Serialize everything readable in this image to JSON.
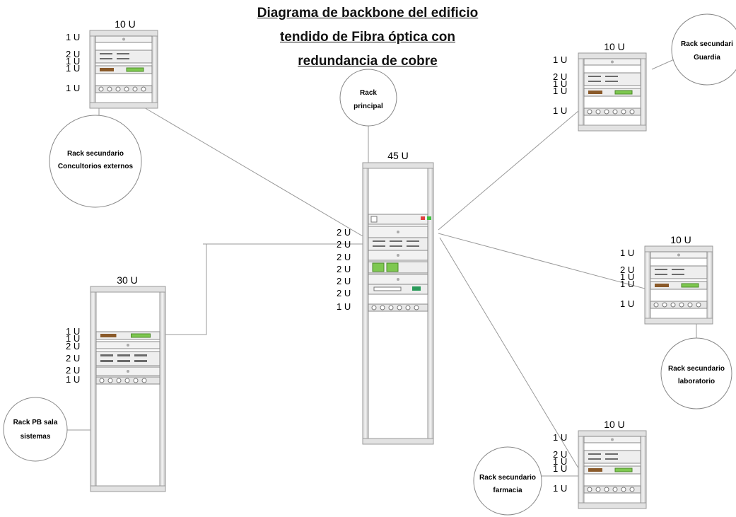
{
  "title": {
    "line1": "Diagrama de backbone del edificio",
    "line2": "tendido de Fibra óptica con",
    "line3": "redundancia de cobre"
  },
  "racks": {
    "main": {
      "size": "45 U",
      "bubble": [
        "Rack",
        "principal"
      ],
      "u_labels": [
        "2 U",
        "2 U",
        "2 U",
        "2 U",
        "2 U",
        "2 U",
        "1 U"
      ]
    },
    "top_left": {
      "size": "10 U",
      "bubble": [
        "Rack secundario",
        "Concultorios externos"
      ],
      "u_labels": [
        "1 U",
        "2 U",
        "1 U",
        "1 U",
        "1 U"
      ]
    },
    "top_right": {
      "size": "10 U",
      "bubble": [
        "Rack secundari",
        "Guardia"
      ],
      "u_labels": [
        "1 U",
        "2 U",
        "1 U",
        "1 U",
        "1 U"
      ]
    },
    "mid_right": {
      "size": "10 U",
      "bubble": [
        "Rack secundario",
        "laboratorio"
      ],
      "u_labels": [
        "1 U",
        "2 U",
        "1 U",
        "1 U",
        "1 U"
      ]
    },
    "bottom_right": {
      "size": "10 U",
      "bubble": [
        "Rack secundario",
        "farmacia"
      ],
      "u_labels": [
        "1 U",
        "2 U",
        "1 U",
        "1 U",
        "1 U"
      ]
    },
    "left": {
      "size": "30 U",
      "bubble": [
        "Rack PB sala",
        "sistemas"
      ],
      "u_labels": [
        "1 U",
        "1 U",
        "2 U",
        "2 U",
        "2 U",
        "1 U"
      ]
    }
  }
}
